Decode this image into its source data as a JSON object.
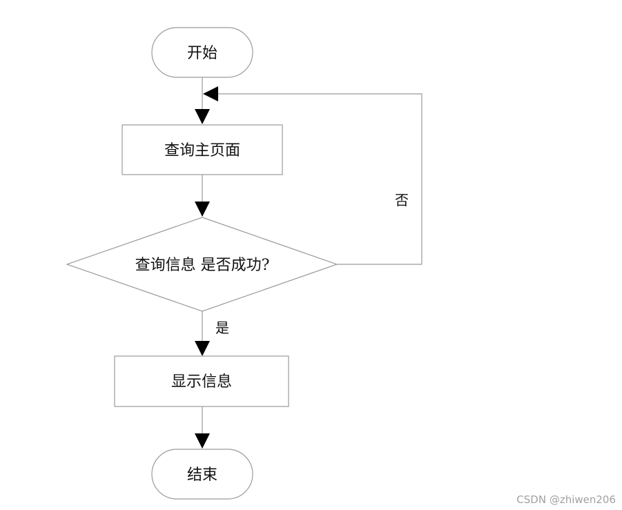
{
  "flowchart": {
    "nodes": {
      "start": {
        "label": "开始",
        "shape": "rounded"
      },
      "query_homepage": {
        "label": "查询主页面",
        "shape": "rectangle"
      },
      "decision": {
        "label": "查询信息 是否成功?",
        "shape": "diamond"
      },
      "show_info": {
        "label": "显示信息",
        "shape": "rectangle"
      },
      "end": {
        "label": "结束",
        "shape": "rounded"
      }
    },
    "edges": {
      "yes_label": "是",
      "no_label": "否"
    },
    "colors": {
      "stroke": "#9a9a9a",
      "arrow": "#000000",
      "text": "#111111"
    }
  },
  "watermark": {
    "text": "CSDN @zhiwen206"
  }
}
